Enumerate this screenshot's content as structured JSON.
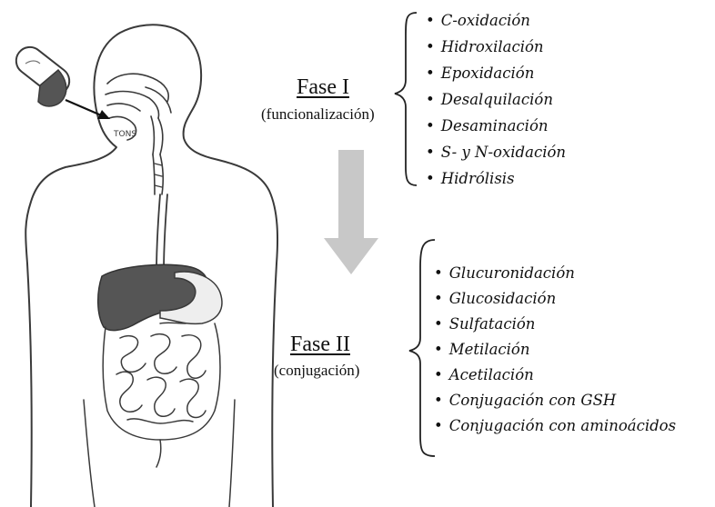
{
  "phase1": {
    "title": "Fase I",
    "subtitle": "(funcionalización)",
    "reactions": [
      "C-oxidación",
      "Hidroxilación",
      "Epoxidación",
      "Desalquilación",
      "Desaminación",
      "S- y N-oxidación",
      "Hidrólisis"
    ]
  },
  "phase2": {
    "title": "Fase II",
    "subtitle": "(conjugación)",
    "reactions": [
      "Glucuronidación",
      "Glucosidación",
      "Sulfatación",
      "Metilación",
      "Acetilación",
      "Conjugación con GSH",
      "Conjugación con aminoácidos"
    ]
  },
  "colors": {
    "outline": "#3a3a3a",
    "organ_dark": "#555555",
    "flow_arrow": "#c8c8c8"
  },
  "icons": [
    "pill-icon",
    "arrow-icon",
    "liver-icon",
    "stomach-icon",
    "intestine-icon",
    "human-body-icon",
    "brace-icon"
  ]
}
